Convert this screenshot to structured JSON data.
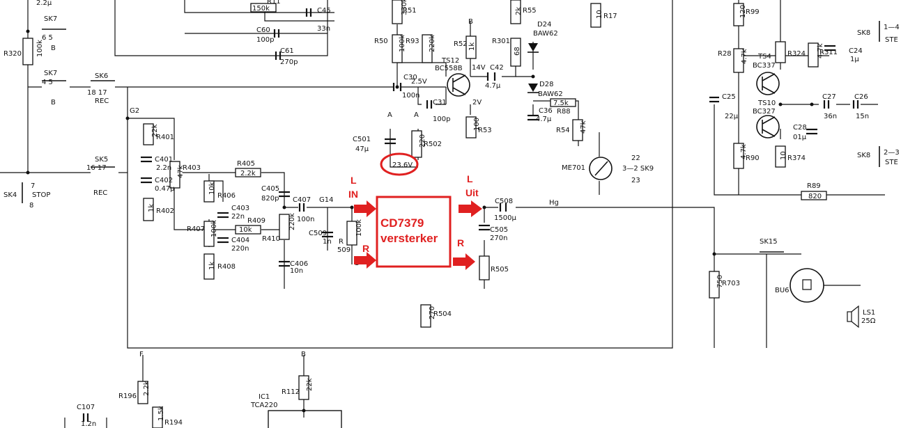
{
  "labels": {
    "sk7_top": "SK7",
    "sk7_top_pins": "6   5",
    "sk7_top_b": "B",
    "r320": "R320",
    "r320_val": "100k",
    "c_top": "2.2µ",
    "sk7_mid": "SK7",
    "sk7_mid_pins": "4   5",
    "sk7_mid_b": "B",
    "sk6": "SK6",
    "sk6_pins": "18   17",
    "sk6_rec": "REC",
    "sk4": "SK4",
    "sk4_stop": "STOP",
    "sk4_7": "7",
    "sk4_8": "8",
    "sk5": "SK5",
    "sk5_pins": "16   17",
    "sk5_rec": "REC",
    "g2": "G2",
    "r401": "R401",
    "r401_val": "22k",
    "c401": "C401",
    "c401_val": "2.2n",
    "c402": "C402",
    "c402_val": "0.47µ",
    "r403": "R403",
    "r403_val": "47k",
    "r402": "R402",
    "r402_val": "1k",
    "r405": "R405",
    "r405_val": "2.2k",
    "r406": "R406",
    "r406_val": "10k",
    "c403": "C403",
    "c403_val": "22n",
    "c404": "C404",
    "c404_val": "220n",
    "r407": "R407",
    "r407_val": "100k",
    "r409": "R409",
    "r409_val": "10k",
    "r410": "R410",
    "r410_val": "220k",
    "r408": "R408",
    "r408_val": "1k",
    "c405": "C405",
    "c405_val": "820p",
    "c406": "C406",
    "c406_val": "10n",
    "c407": "C407",
    "c407_val": "100n",
    "g14": "G14",
    "c509": "C509",
    "c509_val": "1n",
    "r509": "R",
    "r509_num": "509",
    "r509_val": "100k",
    "r509_c": "C",
    "r11": "R11",
    "r11_val": "150k",
    "c45": "C45",
    "c45_val": "33n",
    "c60": "C60",
    "c60_val": "100p",
    "c61": "C61",
    "c61_val": "270p",
    "r51": "R51",
    "r51_val": "330k",
    "r50": "R50",
    "r50_val": "100k",
    "r93": "R93",
    "r93_val": "220k",
    "r52": "R52",
    "r52_val": "1k",
    "b_r52": "B",
    "r55": "R55",
    "r55_val": "2k",
    "r301": "R301",
    "r301_val": "68",
    "d24": "D24",
    "d24_type": "BAW62",
    "ts12": "TS12",
    "ts12_type": "BC558B",
    "v14": "14V",
    "v25": "2.5V",
    "v2": "2V",
    "c42": "C42",
    "c42_val": "4.7µ",
    "c30": "C30",
    "c30_val": "100n",
    "c31": "C31",
    "c31_val": "100p",
    "r53": "R53",
    "r53_val": "100",
    "d28": "D28",
    "d28_type": "BAW62",
    "r88_val": "7.5k",
    "r88": "R88",
    "c36": "C36",
    "c36_val": "4.7µ",
    "r54": "R54",
    "r54_val": "47k",
    "c501": "C501",
    "c501_val": "47µ",
    "a1": "A",
    "a2": "A",
    "r502": "R502",
    "r502_val": "220",
    "v236": "23.6V",
    "me701": "ME701",
    "sk9": "3—2 SK9",
    "sk9_22": "22",
    "sk9_23": "23",
    "r17": "R17",
    "r17_val": "10",
    "c508": "C508",
    "c508_val": "1500µ",
    "hg": "Hg",
    "c505": "C505",
    "c505_val": "270n",
    "r505": "R505",
    "r504": "R504",
    "r504_val": "270",
    "r99": "R99",
    "r99_val": "120",
    "r28": "R28",
    "r28_val": "4.7k",
    "ts4": "TS4",
    "ts4_type": "BC337",
    "r324": "R324",
    "r311": "R311",
    "r311_val": "4.7k",
    "c24": "C24",
    "c24_val": "1µ",
    "c25": "C25",
    "c25_val": "22µ",
    "ts10": "TS10",
    "ts10_type": "BC327",
    "c27": "C27",
    "c27_val": "36n",
    "c26": "C26",
    "c26_val": "15n",
    "c28": "C28",
    "c28_val": "01µ",
    "r90": "R90",
    "r90_val": "4.7k",
    "r374": "R374",
    "r374_val": "10",
    "r89": "R89",
    "r89_val": "820",
    "sk8_top": "SK8",
    "sk8_top_pins": "1—4",
    "sk8_top_ste": "STE",
    "sk8_bot": "SK8",
    "sk8_bot_pins": "2—3",
    "sk8_bot_ste": "STE",
    "sk15": "SK15",
    "r703": "R703",
    "r703_val": "750",
    "bu6": "BU6",
    "ls1": "LS1",
    "ls1_val": "25Ω",
    "f": "F",
    "r196": "R196",
    "r196_val": "2.2k",
    "r194": "R194",
    "r194_val": "1.5k",
    "c107": "C107",
    "c107_val": "1.2n",
    "b_r112": "B",
    "r112": "R112",
    "r112_val": "22k",
    "ic1": "IC1",
    "ic1_type": "TCA220"
  },
  "annotations": {
    "l_in_1": "L",
    "l_in_2": "IN",
    "l_uit_1": "L",
    "l_uit_2": "Uit",
    "r_in": "R",
    "r_out": "R",
    "amp_1": "CD7379",
    "amp_2": "versterker"
  }
}
